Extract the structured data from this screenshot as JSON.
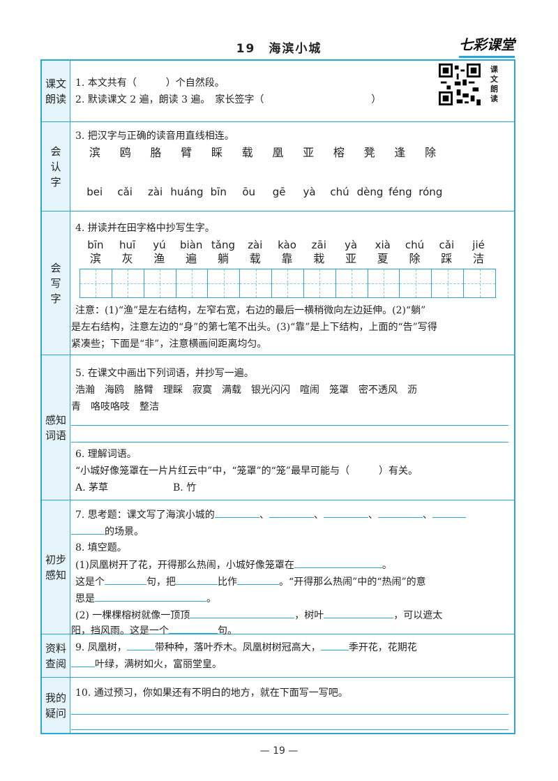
{
  "header": {
    "lesson_title": "19　海滨小城",
    "brand": "七彩课堂"
  },
  "sections": {
    "read": {
      "label": "课文\n朗读",
      "q1": "1. 本文共有（　　　）个自然段。",
      "q2": "2. 默读课文 2 遍，朗读 3 遍。　家长签字（　　　　　　　　　　　）",
      "qr_label": "课文朗读"
    },
    "recognize": {
      "label": "会\n认\n字",
      "q3": "3. 把汉字与正确的读音用直线相连。",
      "chars": [
        "滨",
        "鸥",
        "胳",
        "臂",
        "睬",
        "载",
        "凰",
        "亚",
        "榕",
        "凳",
        "逢",
        "除"
      ],
      "pinyin": [
        "bei",
        "cǎi",
        "zài",
        "huáng",
        "bīn",
        "ōu",
        "gē",
        "yà",
        "chú",
        "dèng",
        "féng",
        "róng"
      ]
    },
    "write": {
      "label": "会\n写\n字",
      "q4": "4. 拼读并在田字格中抄写生字。",
      "pinyin": [
        "bīn",
        "huī",
        "yú",
        "biàn",
        "tǎng",
        "zài",
        "kào",
        "zāi",
        "yà",
        "xià",
        "chú",
        "cǎi",
        "jié"
      ],
      "chars": [
        "滨",
        "灰",
        "渔",
        "遍",
        "躺",
        "载",
        "靠",
        "栽",
        "亚",
        "夏",
        "除",
        "踩",
        "洁"
      ],
      "note1": "注意：(1)“渔”是左右结构，左窄右宽，右边的最后一横稍微向左边延伸。(2)“躺”",
      "note2": "是左右结构，注意左边的“身”的第七笔不出头。(3)“靠”是上下结构，上面的“告”写得",
      "note3": "紧凑些；下面是“非”，注意横画间距离均匀。"
    },
    "perceive_words": {
      "label": "感知\n词语",
      "q5": "5. 在课文中画出下列词语，并抄写一遍。",
      "words1": "浩瀚　海鸥　胳臂　理睬　寂寞　满载　银光闪闪　喧闹　笼罩　密不透风　沥",
      "words2": "青　咯吱咯吱　整洁",
      "q6": "6. 理解词语。",
      "q6_text": "“小城好像笼罩在一片片红云中”中，“笼罩”的“笼”最早可能与（　　　）有关。",
      "option_a": "A. 茅草",
      "option_b": "B. 竹"
    },
    "initial": {
      "label": "初步\n感知",
      "q7": "7. 思考题：课文写了海滨小城的",
      "q7_end": "的场景。",
      "q8": "8. 填空题。",
      "q8_1a": "(1)凤凰树开了花，开得那么热闹，小城好像笼罩在",
      "q8_1b": "这是个",
      "q8_1c": "句，把",
      "q8_1d": "比作",
      "q8_1e": "。“开得那么热闹”中的“热闹”的意",
      "q8_1f": "思是",
      "q8_2a": "(2) 一棵棵榕树就像一顶顶",
      "q8_2b": "，树叶",
      "q8_2c": "，可以遮太",
      "q8_2d": "阳，挡风雨。这是一个",
      "q8_2e": "句。"
    },
    "reference": {
      "label": "资料\n查阅",
      "q9a": "9. 凤凰树，",
      "q9b": "带种种，落叶乔木。凤凰树树冠高大，",
      "q9c": "季开花，花期花",
      "q9d": "叶绿，满树如火，富丽堂皇。"
    },
    "questions": {
      "label": "我的\n疑问",
      "q10": "10. 通过预习，你如果还有不明白的地方，就在下面写一写吧。"
    }
  },
  "footer": {
    "page_number": "— 19 —"
  }
}
